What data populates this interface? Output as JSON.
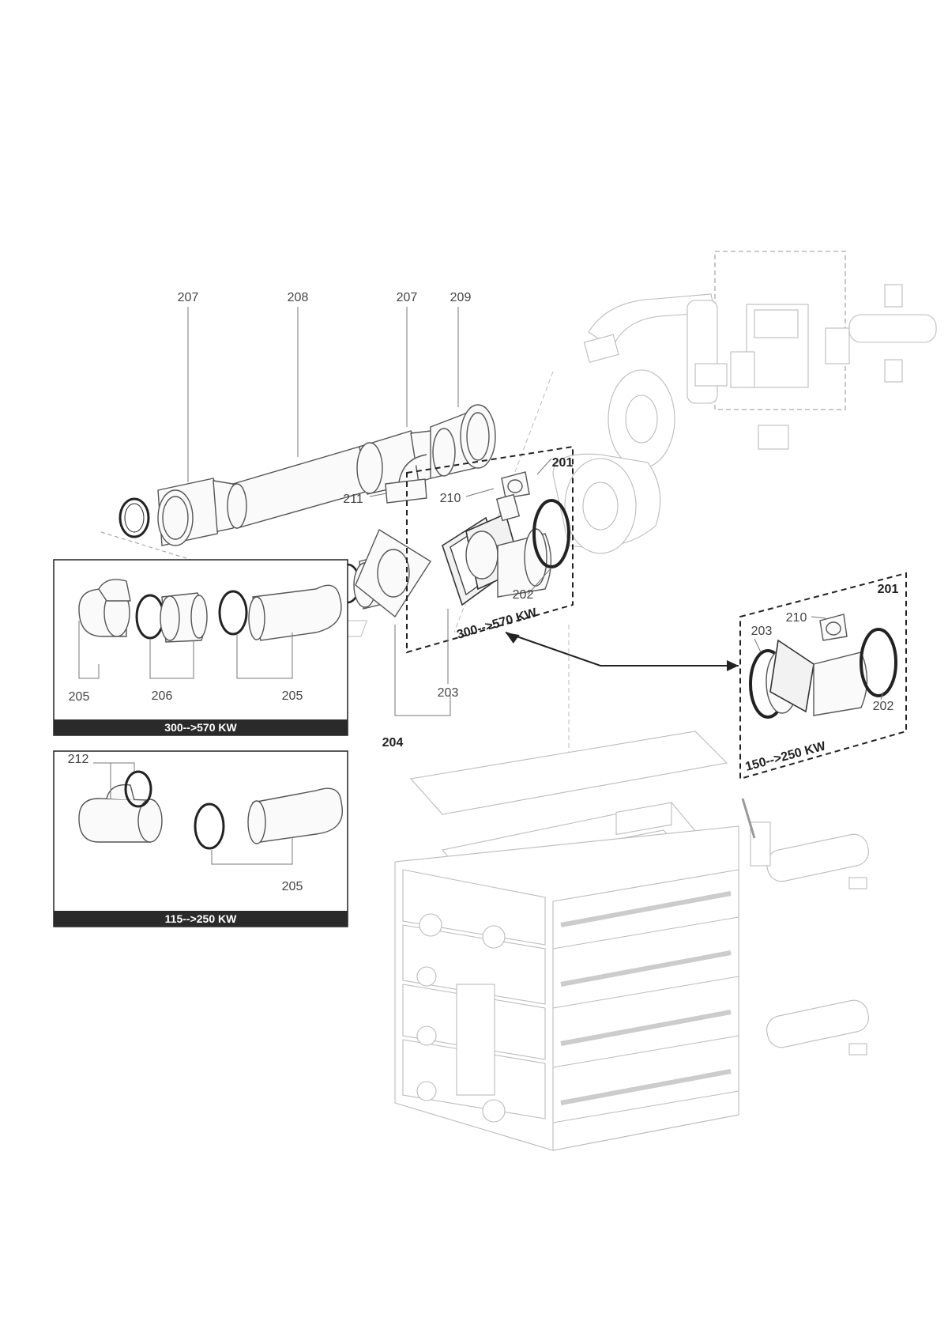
{
  "callouts": {
    "c207a": "207",
    "c208": "208",
    "c207b": "207",
    "c209": "209",
    "c211": "211",
    "c210a": "210",
    "c201a": "201",
    "c202a": "202",
    "c203a": "203",
    "c204": "204",
    "c205a": "205",
    "c206": "206",
    "c205b": "205",
    "c212": "212",
    "c205c": "205",
    "c201b": "201",
    "c210b": "210",
    "c203b": "203",
    "c202b": "202"
  },
  "panels": {
    "inset1_band": "300-->570 KW",
    "inset2_band": "115-->250 KW",
    "detail1_caption": "300-->570 KW",
    "detail2_caption": "150-->250 KW"
  }
}
